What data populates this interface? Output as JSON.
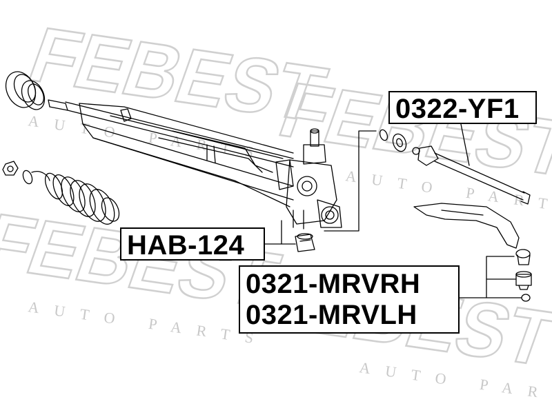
{
  "watermark": {
    "brand": "FEBEST",
    "tagline": "AUTO PARTS"
  },
  "parts": {
    "tie_rod": "0322-YF1",
    "bushing": "HAB-124",
    "tie_rod_end_rh": "0321-MRVRH",
    "tie_rod_end_lh": "0321-MRVLH"
  },
  "colors": {
    "line": "#000000",
    "watermark": "#cfcfcf"
  }
}
